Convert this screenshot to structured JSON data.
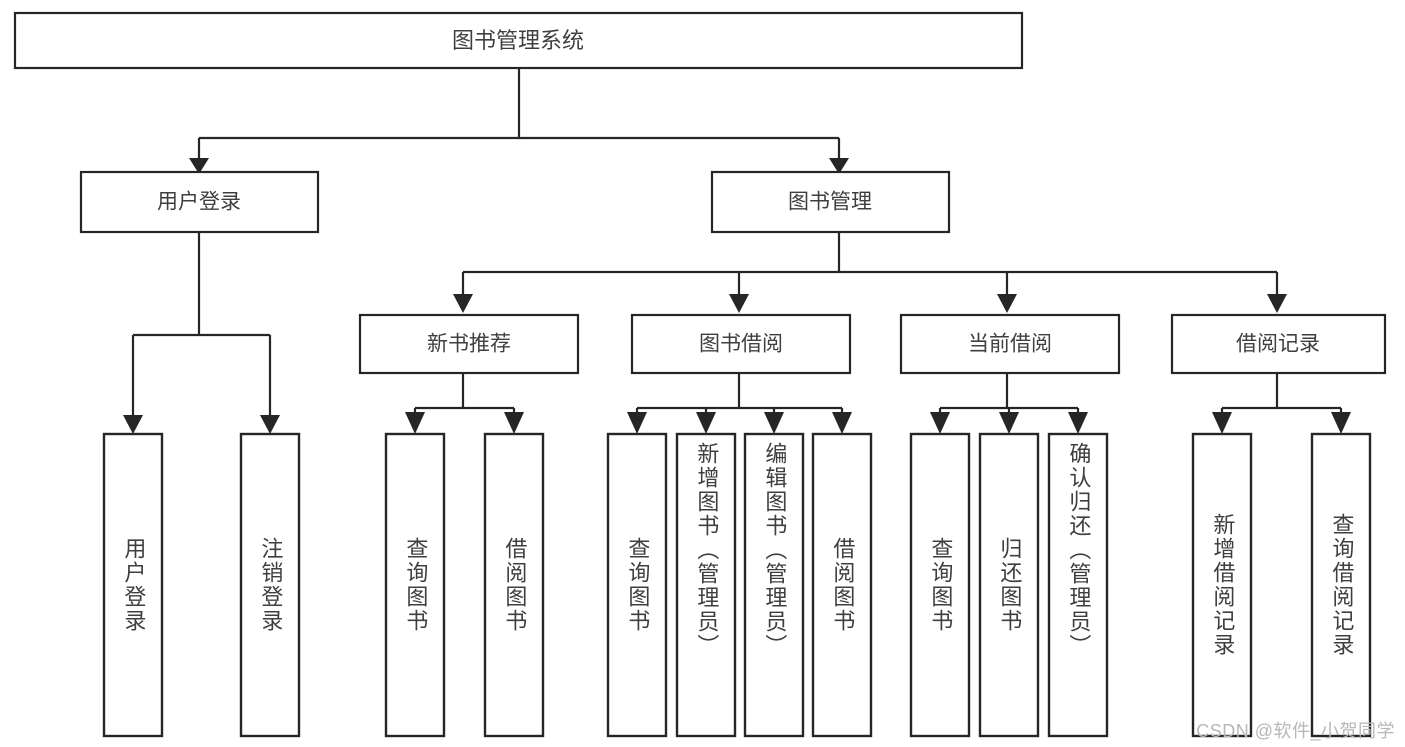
{
  "diagram": {
    "title": "图书管理系统",
    "type": "tree-hierarchy",
    "watermark": "CSDN @软件_小贺同学",
    "colors": {
      "stroke": "#262626",
      "box_fill": "#ffffff",
      "text": "#3f3f3f",
      "watermark": "#b7b7b7",
      "background": "#ffffff"
    },
    "levels": {
      "root": "图书管理系统",
      "level2": [
        "用户登录",
        "图书管理"
      ],
      "level3": [
        "新书推荐",
        "图书借阅",
        "当前借阅",
        "借阅记录"
      ]
    },
    "nodes": {
      "root": {
        "label": "图书管理系统"
      },
      "user_login": {
        "label": "用户登录"
      },
      "book_manage": {
        "label": "图书管理"
      },
      "new_book_rec": {
        "label": "新书推荐"
      },
      "book_borrow": {
        "label": "图书借阅"
      },
      "current_borrow": {
        "label": "当前借阅"
      },
      "borrow_record": {
        "label": "借阅记录"
      },
      "leaf_1": {
        "label": "用户登录"
      },
      "leaf_2": {
        "label": "注销登录"
      },
      "leaf_3": {
        "label": "查询图书"
      },
      "leaf_4": {
        "label": "借阅图书"
      },
      "leaf_5": {
        "label": "查询图书"
      },
      "leaf_6": {
        "label": "新增图书（管理员）"
      },
      "leaf_7": {
        "label": "编辑图书（管理员）"
      },
      "leaf_8": {
        "label": "借阅图书"
      },
      "leaf_9": {
        "label": "查询图书"
      },
      "leaf_10": {
        "label": "归还图书"
      },
      "leaf_11": {
        "label": "确认归还（管理员）"
      },
      "leaf_12": {
        "label": "新增借阅记录"
      },
      "leaf_13": {
        "label": "查询借阅记录"
      }
    },
    "edges": [
      {
        "from": "root",
        "to": "user_login"
      },
      {
        "from": "root",
        "to": "book_manage"
      },
      {
        "from": "user_login",
        "to": "leaf_1"
      },
      {
        "from": "user_login",
        "to": "leaf_2"
      },
      {
        "from": "book_manage",
        "to": "new_book_rec"
      },
      {
        "from": "book_manage",
        "to": "book_borrow"
      },
      {
        "from": "book_manage",
        "to": "current_borrow"
      },
      {
        "from": "book_manage",
        "to": "borrow_record"
      },
      {
        "from": "new_book_rec",
        "to": "leaf_3"
      },
      {
        "from": "new_book_rec",
        "to": "leaf_4"
      },
      {
        "from": "book_borrow",
        "to": "leaf_5"
      },
      {
        "from": "book_borrow",
        "to": "leaf_6"
      },
      {
        "from": "book_borrow",
        "to": "leaf_7"
      },
      {
        "from": "book_borrow",
        "to": "leaf_8"
      },
      {
        "from": "current_borrow",
        "to": "leaf_9"
      },
      {
        "from": "current_borrow",
        "to": "leaf_10"
      },
      {
        "from": "current_borrow",
        "to": "leaf_11"
      },
      {
        "from": "borrow_record",
        "to": "leaf_12"
      },
      {
        "from": "borrow_record",
        "to": "leaf_13"
      }
    ]
  }
}
